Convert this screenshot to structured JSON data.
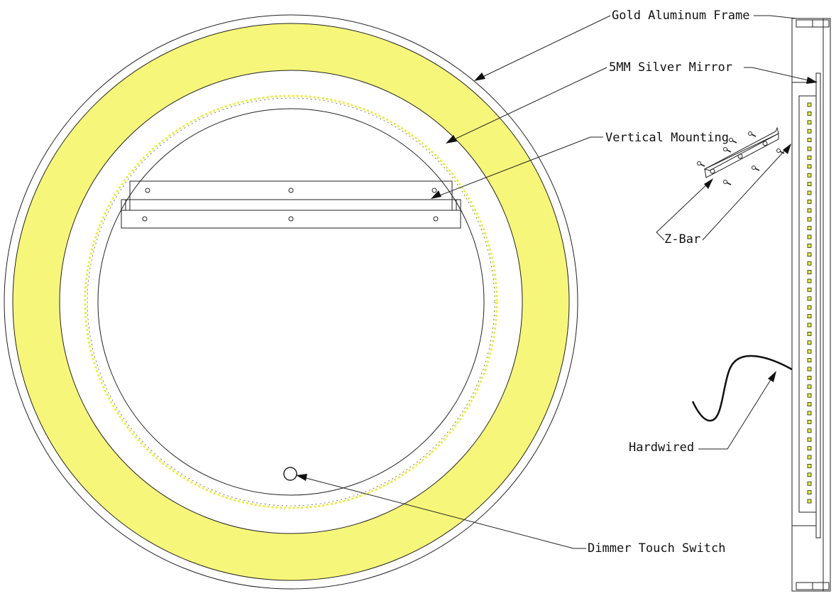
{
  "labels": {
    "gold_frame": "Gold Aluminum Frame",
    "silver_mirror": "5MM Silver Mirror",
    "vertical_mounting": "Vertical Mounting",
    "z_bar": "Z-Bar",
    "hardwired": "Hardwired",
    "dimmer_switch": "Dimmer Touch Switch"
  },
  "colors": {
    "frame_ring": "#f6f67a",
    "led_strip": "#ecec3c",
    "line": "#222222"
  }
}
